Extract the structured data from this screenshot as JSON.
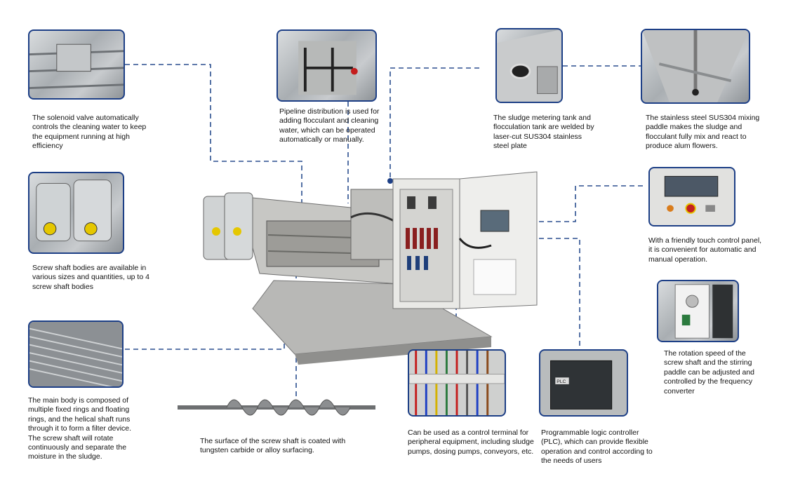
{
  "captions": {
    "solenoid_valve": "The solenoid valve automatically controls the cleaning water to keep the equipment running at high efficiency",
    "pipeline": "Pipeline distribution is used for adding flocculant and cleaning water, which can be operated automatically or manually.",
    "metering_tank": "The sludge metering tank and flocculation tank are welded by laser-cut SUS304 stainless steel plate",
    "mixing_paddle": "The stainless steel SUS304 mixing paddle makes the sludge and flocculant fully mix and react to produce alum flowers.",
    "screw_bodies": "Screw shaft bodies are available in various sizes and quantities, up to 4 screw shaft bodies",
    "touch_panel": "With a friendly touch control panel, it is convenient for automatic and manual operation.",
    "frequency_converter": "The rotation speed of the screw shaft and the stirring paddle can be adjusted and controlled by the frequency converter",
    "main_body": "The main body is composed of multiple fixed rings and floating rings, and the helical shaft runs through it to form a filter device. The screw shaft will rotate continuously and separate the moisture in the sludge.",
    "screw_surface": "The surface of the screw shaft is coated with tungsten carbide or alloy surfacing.",
    "control_terminal": "Can be used as a control terminal for peripheral equipment, including sludge pumps, dosing pumps, conveyors, etc.",
    "plc": "Programmable logic controller (PLC), which can provide flexible operation and control according to the needs of users"
  },
  "labels": {
    "plc_tag": "PLC"
  },
  "colors": {
    "frame": "#1d3f86",
    "leader": "#2b4f8f",
    "steel": "#a9aeb2"
  }
}
